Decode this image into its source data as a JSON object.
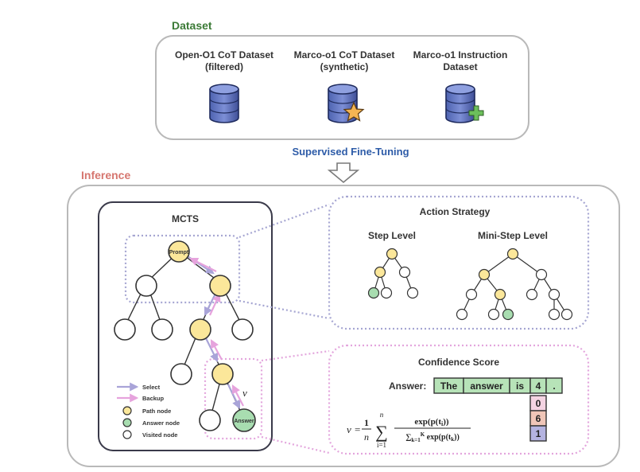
{
  "dataset": {
    "section_label": "Dataset",
    "items": [
      {
        "line1": "Open-O1 CoT Dataset",
        "line2": "(filtered)",
        "icon": "database-icon"
      },
      {
        "line1": "Marco-o1 CoT Dataset",
        "line2": "(synthetic)",
        "icon": "database-star-icon"
      },
      {
        "line1": "Marco-o1 Instruction",
        "line2": "Dataset",
        "icon": "database-plus-icon"
      }
    ]
  },
  "sft_label": "Supervised Fine-Tuning",
  "inference": {
    "section_label": "Inference",
    "mcts": {
      "title": "MCTS",
      "prompt_node": "Prompt",
      "answer_node": "Answer",
      "value_symbol": "v",
      "legend": {
        "select": "Select",
        "backup": "Backup",
        "path": "Path node",
        "answer": "Answer node",
        "visited": "Visited node"
      }
    },
    "action_strategy": {
      "title": "Action Strategy",
      "step_level": "Step Level",
      "mini_step_level": "Mini-Step Level"
    },
    "confidence": {
      "title": "Confidence Score",
      "answer_label": "Answer:",
      "tokens": [
        "The",
        "answer",
        "is",
        "4",
        "."
      ],
      "ranks": [
        "0",
        "6",
        "1"
      ]
    }
  },
  "colors": {
    "dataset_green": "#3b7a36",
    "sft_blue": "#2e5ca8",
    "inference_red": "#d6766f",
    "path_node": "#fbe79a",
    "answer_node": "#a8ddb0",
    "select_arrow": "#a9a4d8",
    "backup_arrow": "#e6a3dd",
    "token_fill": "#b7e3b8",
    "rank_colors": [
      "#f4d3e2",
      "#f0c6b8",
      "#b4b3e0"
    ]
  }
}
